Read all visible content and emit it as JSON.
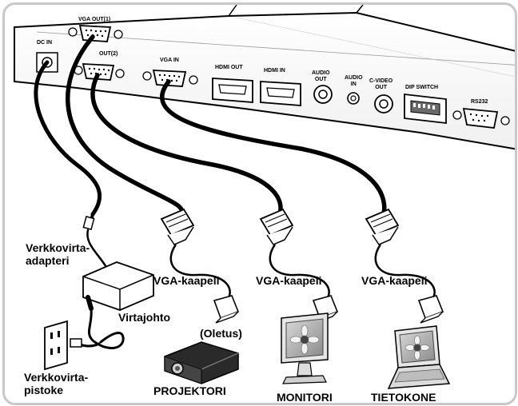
{
  "ports": {
    "dc_in": "DC IN",
    "vga_out_1": "VGA OUT(1)",
    "vga_out_2": "OUT(2)",
    "vga_in": "VGA IN",
    "hdmi_out": "HDMI OUT",
    "hdmi_in": "HDMI IN",
    "audio_out": "AUDIO\nOUT",
    "audio_in": "AUDIO\nIN",
    "c_video_out": "C-VIDEO\nOUT",
    "dip_switch": "DIP SWITCH",
    "rs232": "RS232"
  },
  "labels": {
    "power_adapter": "Verkkovirta-\nadapteri",
    "power_cord": "Virtajohto",
    "wall_outlet": "Verkkovirta-\npistoke",
    "vga_cable_1": "VGA-kaapeli",
    "vga_cable_2": "VGA-kaapeli",
    "vga_cable_3": "VGA-kaapeli",
    "default_note": "(Oletus)",
    "projector": "PROJEKTORI",
    "monitor": "MONITORI",
    "computer": "TIETOKONE"
  }
}
